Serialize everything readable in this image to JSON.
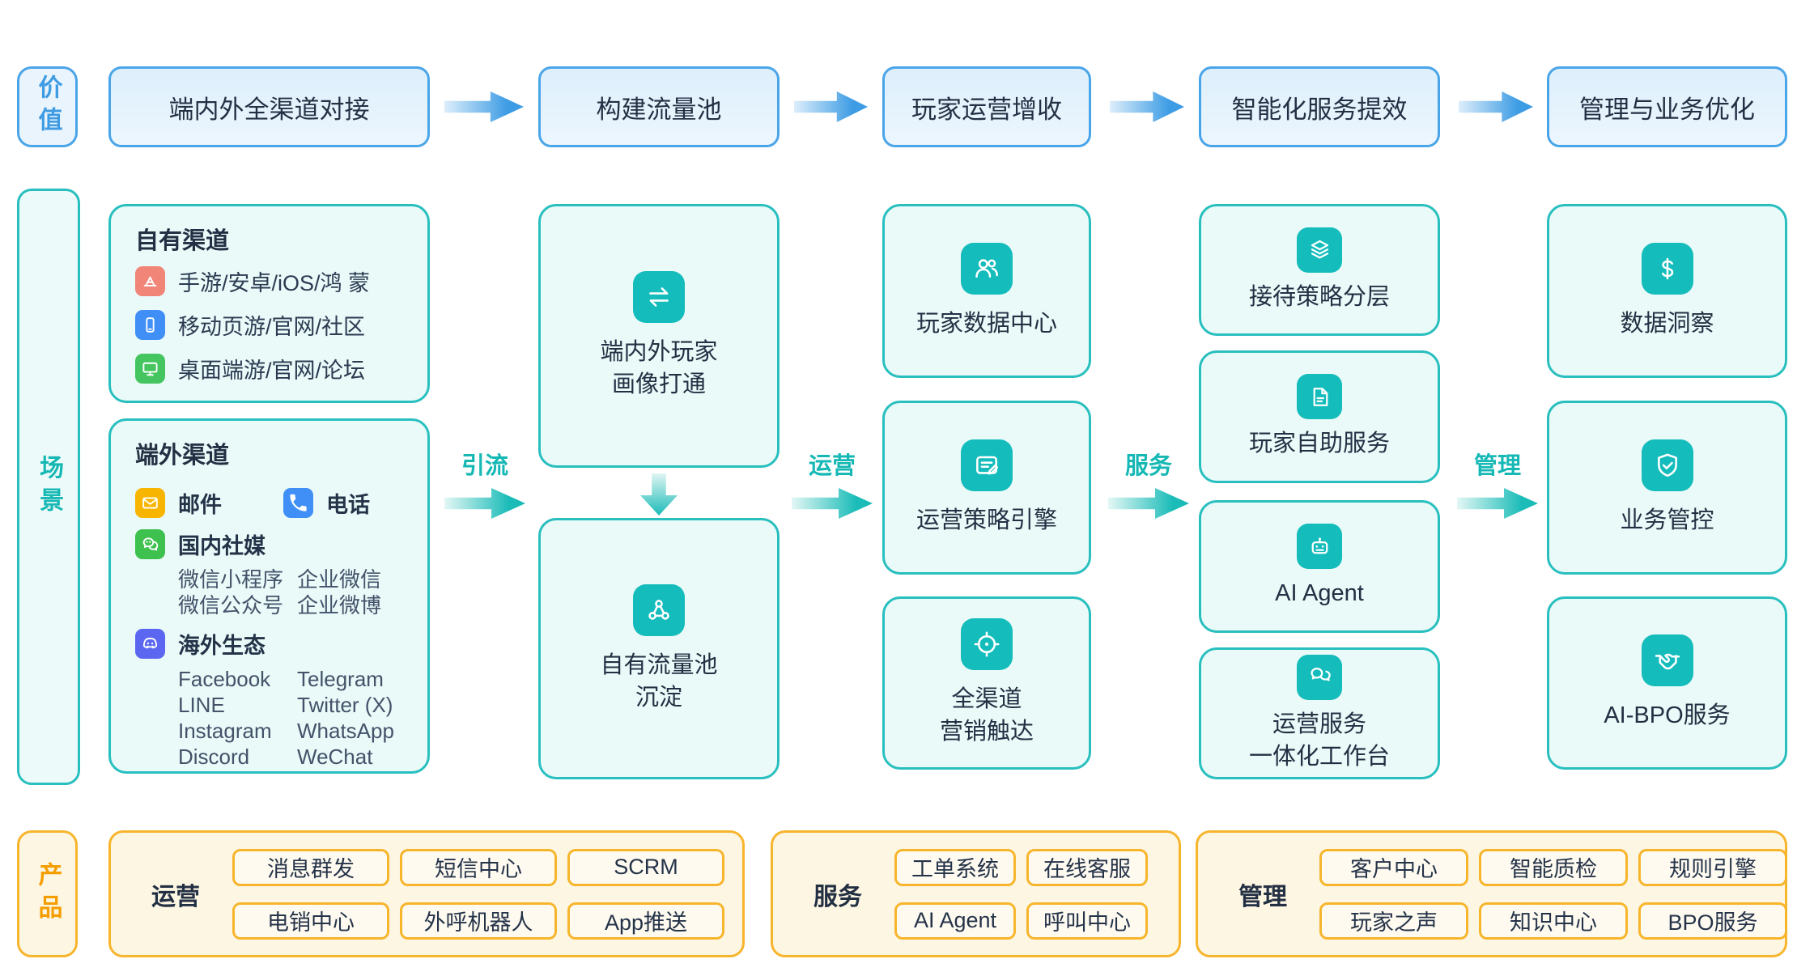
{
  "palette": {
    "blue_border": "#4aa5e8",
    "blue_arrow": "#3d9ce4",
    "blue_bg": "#e9f4fd",
    "teal_border": "#29bfbf",
    "teal_icon": "#14bcbc",
    "teal_bg": "#e9faf8",
    "teal_text": "#15b8b4",
    "yellow_border": "#f7b52c",
    "yellow_bg": "#fdf6e3",
    "orange_text": "#f59e00",
    "dark_text": "#233044",
    "appstore_salmon": "#f08578",
    "mobile_blue": "#3f8ff7",
    "desktop_green": "#45c55f",
    "mail_yellow": "#f7b500",
    "wechat_green": "#3ec14e",
    "discord_indigo": "#5b67f1"
  },
  "value_row": {
    "label": "价值",
    "steps": [
      "端内外全渠道对接",
      "构建流量池",
      "玩家运营增收",
      "智能化服务提效",
      "管理与业务优化"
    ]
  },
  "scene": {
    "label": "场景",
    "arrows": [
      {
        "label": "引流"
      },
      {
        "label": "运营"
      },
      {
        "label": "服务"
      },
      {
        "label": "管理"
      }
    ],
    "own_channels": {
      "title": "自有渠道",
      "items": [
        {
          "icon": "appstore-icon",
          "label": "手游/安卓/iOS/鸿 蒙"
        },
        {
          "icon": "mobile-phone-icon",
          "label": "移动页游/官网/社区"
        },
        {
          "icon": "desktop-icon",
          "label": "桌面端游/官网/论坛"
        }
      ]
    },
    "external_channels": {
      "title": "端外渠道",
      "contacts": [
        {
          "icon": "mail-icon",
          "label": "邮件"
        },
        {
          "icon": "phone-call-icon",
          "label": "电话"
        }
      ],
      "domestic_social": {
        "icon": "wechat-icon",
        "title": "国内社媒",
        "items": [
          "微信小程序",
          "企业微信",
          "微信公众号",
          "企业微博"
        ]
      },
      "overseas": {
        "icon": "discord-icon",
        "title": "海外生态",
        "items": [
          "Facebook",
          "Telegram",
          "LINE",
          "Twitter (X)",
          "Instagram",
          "WhatsApp",
          "Discord",
          "WeChat"
        ]
      }
    },
    "pool_boxes": [
      {
        "icon": "swap-icon",
        "label": "端内外玩家\n画像打通"
      },
      {
        "icon": "network-icon",
        "label": "自有流量池\n沉淀"
      }
    ],
    "operate_boxes": [
      {
        "icon": "users-icon",
        "label": "玩家数据中心"
      },
      {
        "icon": "strategy-note-icon",
        "label": "运营策略引擎"
      },
      {
        "icon": "target-icon",
        "label": "全渠道\n营销触达"
      }
    ],
    "serve_boxes": [
      {
        "icon": "layers-icon",
        "label": "接待策略分层"
      },
      {
        "icon": "document-icon",
        "label": "玩家自助服务"
      },
      {
        "icon": "robot-icon",
        "label": "AI Agent"
      },
      {
        "icon": "chat-bubbles-icon",
        "label": "运营服务\n一体化工作台"
      }
    ],
    "manage_boxes": [
      {
        "icon": "dollar-icon",
        "label": "数据洞察"
      },
      {
        "icon": "shield-check-icon",
        "label": "业务管控"
      },
      {
        "icon": "handshake-icon",
        "label": "AI-BPO服务"
      }
    ]
  },
  "products": {
    "label": "产品",
    "groups": [
      {
        "name": "运营",
        "chips": [
          "消息群发",
          "短信中心",
          "SCRM",
          "电销中心",
          "外呼机器人",
          "App推送"
        ]
      },
      {
        "name": "服务",
        "chips": [
          "工单系统",
          "在线客服",
          "AI Agent",
          "呼叫中心"
        ]
      },
      {
        "name": "管理",
        "chips": [
          "客户中心",
          "智能质检",
          "规则引擎",
          "玩家之声",
          "知识中心",
          "BPO服务"
        ]
      }
    ]
  }
}
